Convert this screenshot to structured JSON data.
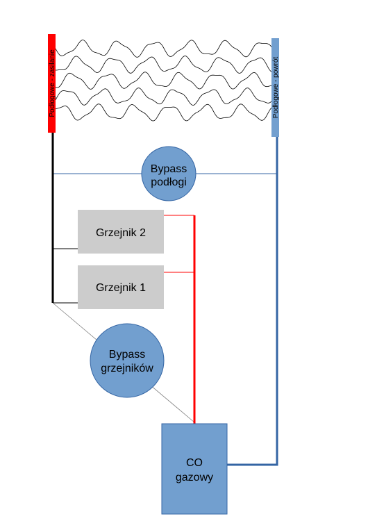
{
  "diagram": {
    "manifold_supply": {
      "label": "Podłogowe - zasilanie",
      "color": "#ff0000"
    },
    "manifold_return": {
      "label": "Podłogowe - powrót",
      "color": "#729fcf"
    },
    "bypass_floor": {
      "line1": "Bypass",
      "line2": "podłogi",
      "color": "#729fcf"
    },
    "radiator_2": {
      "label": "Grzejnik 2",
      "color": "#cccccc"
    },
    "radiator_1": {
      "label": "Grzejnik 1",
      "color": "#cccccc"
    },
    "bypass_radiators": {
      "line1": "Bypass",
      "line2": "grzejników",
      "color": "#729fcf"
    },
    "boiler": {
      "line1": "CO",
      "line2": "gazowy",
      "color": "#729fcf"
    },
    "colors": {
      "supply_pipe": "#ff0000",
      "return_pipe": "#3465a4",
      "main_pipe": "#000000",
      "thin_line": "#808080",
      "heating_loops": "#000000"
    }
  }
}
